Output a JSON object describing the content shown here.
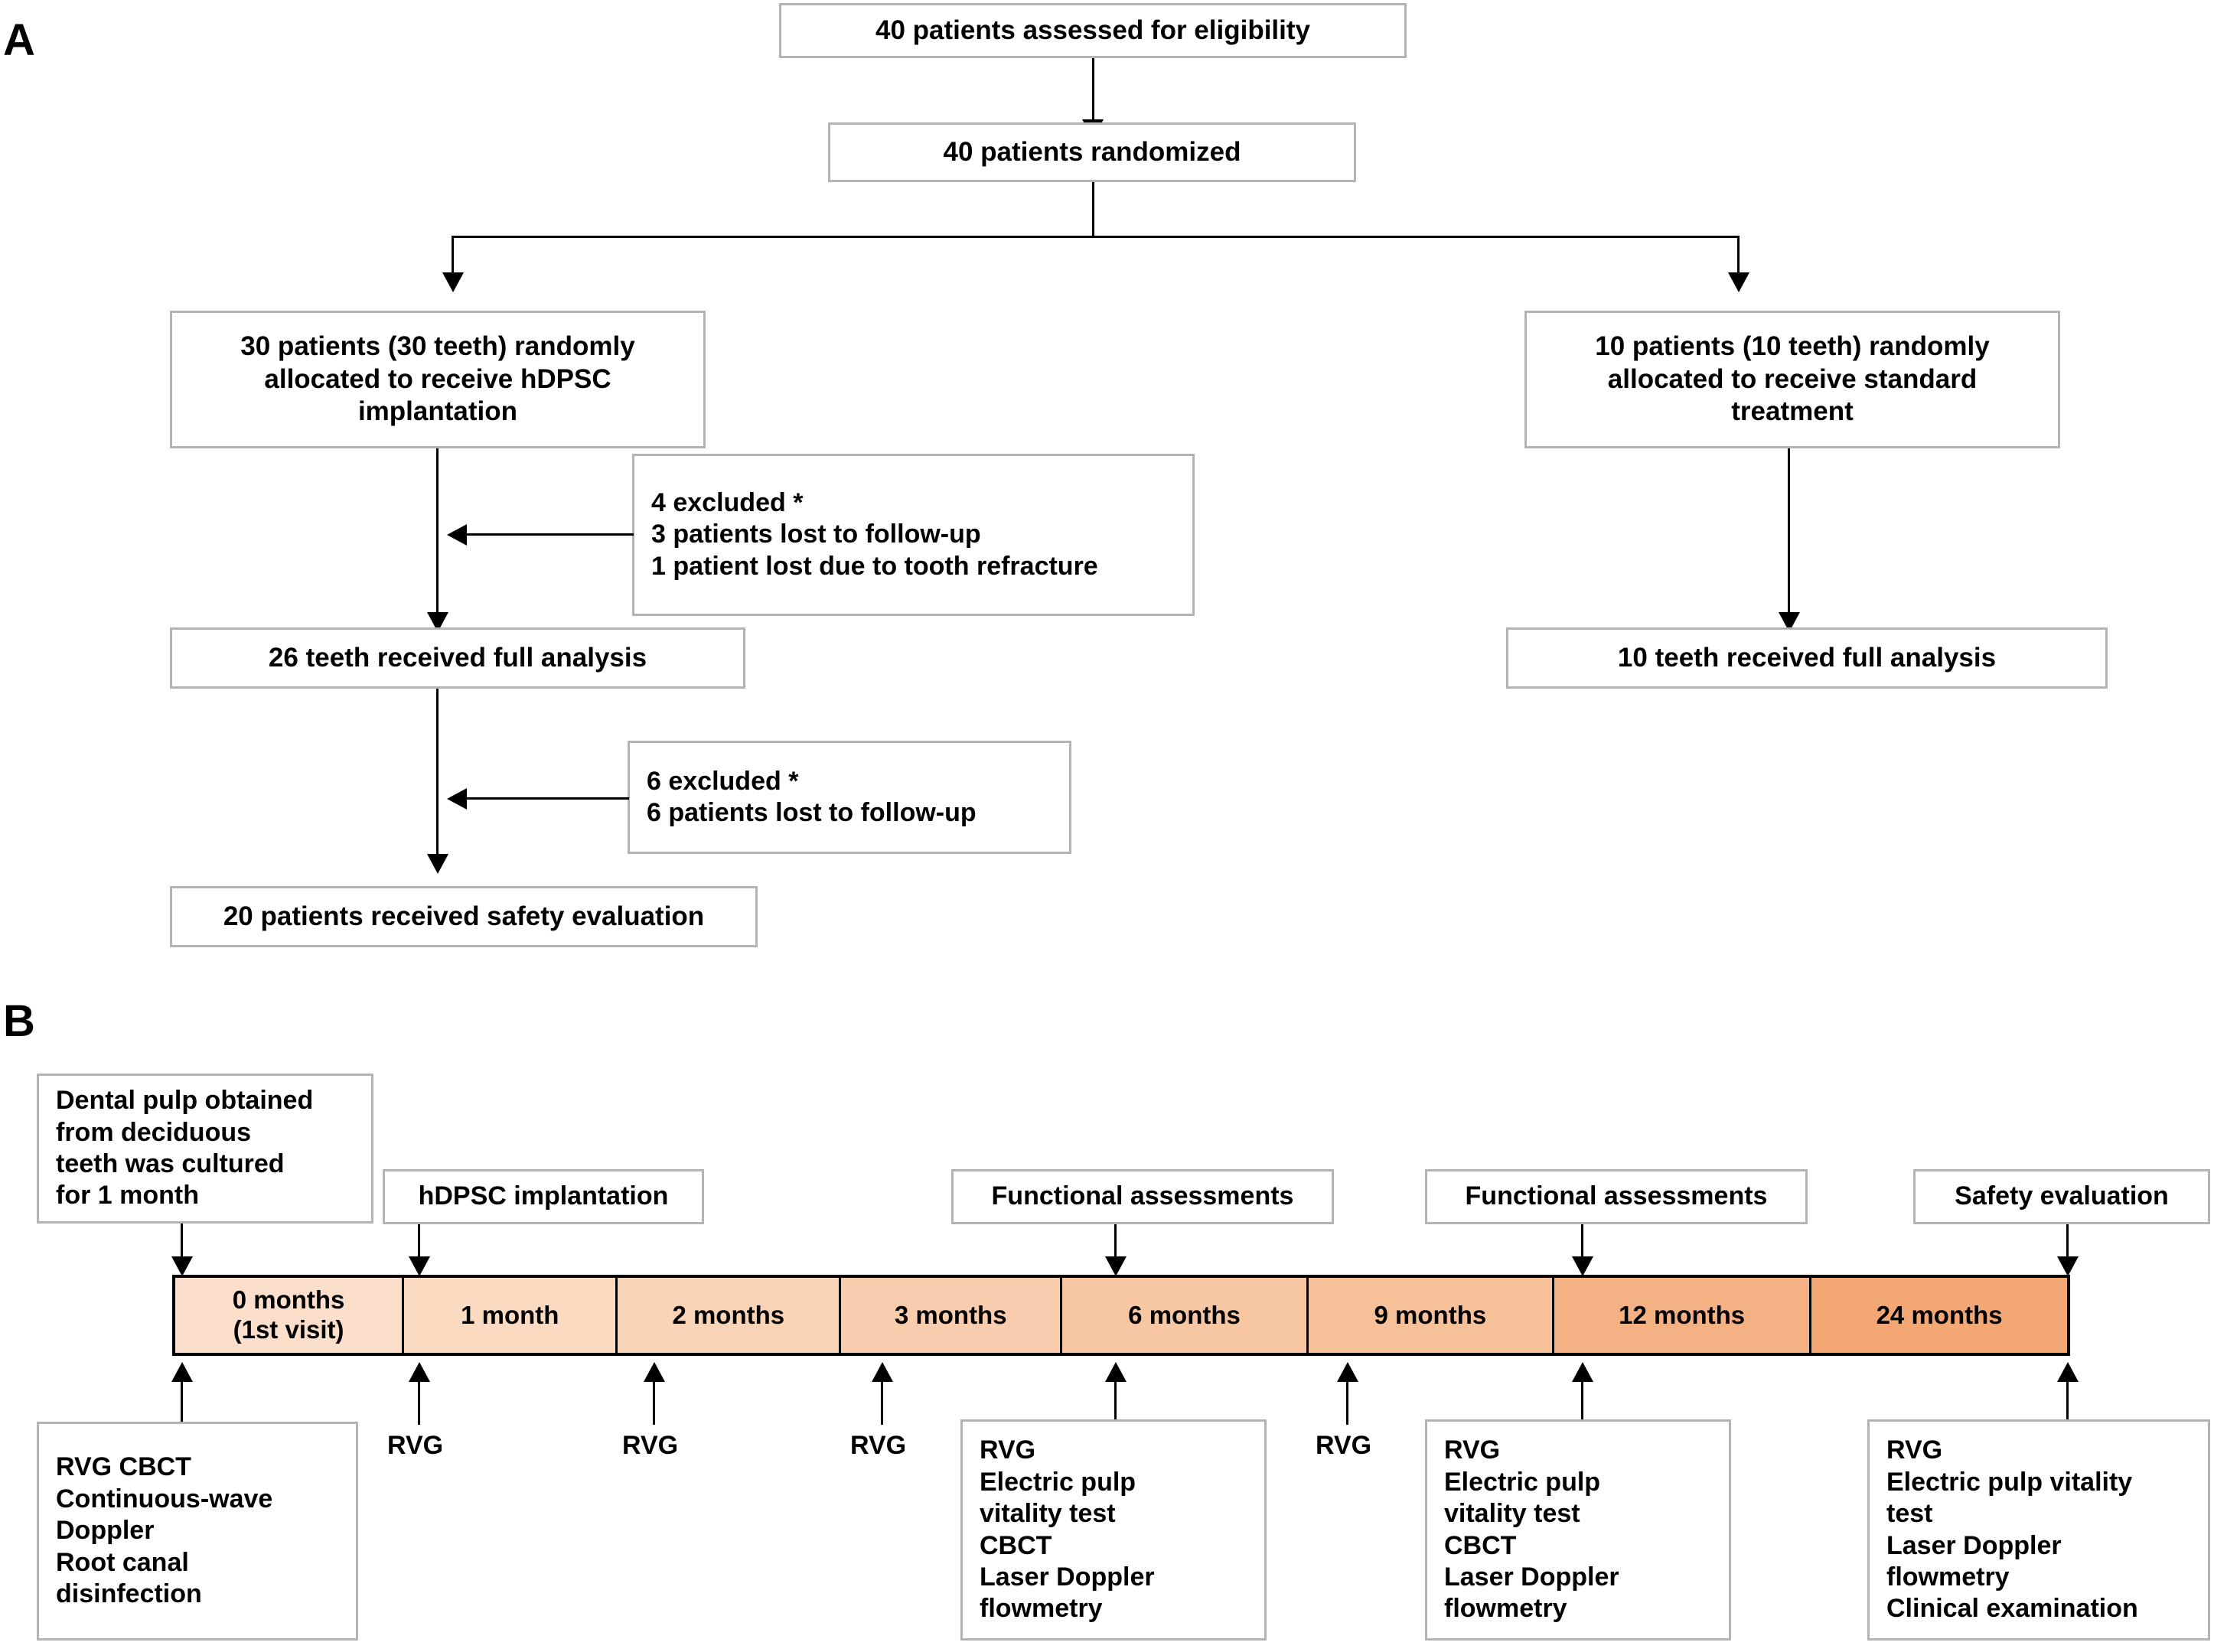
{
  "figure": {
    "panels": [
      {
        "letter": "A"
      },
      {
        "letter": "B"
      }
    ]
  },
  "panelA": {
    "letter": "A",
    "boxes": {
      "eligibility": "40 patients assessed for eligibility",
      "randomized": "40 patients randomized",
      "alloc_hdpsc": "30 patients (30 teeth) randomly\nallocated to receive hDPSC\nimplantation",
      "alloc_standard": "10 patients (10 teeth) randomly\nallocated to receive standard\ntreatment",
      "excluded_4": "4 excluded *\n3 patients lost to follow-up\n1 patient lost due to tooth refracture",
      "analysis_26": "26 teeth received full analysis",
      "analysis_10": "10 teeth received full analysis",
      "excluded_6": "6 excluded *\n6 patients  lost to follow-up",
      "safety_20": "20 patients received  safety evaluation"
    }
  },
  "panelB": {
    "letter": "B",
    "top_boxes": [
      {
        "id": "culture",
        "text": "Dental pulp obtained\nfrom deciduous\nteeth was cultured\nfor 1 month"
      },
      {
        "id": "implantation",
        "text": "hDPSC implantation"
      },
      {
        "id": "functional-3mo",
        "text": "Functional assessments"
      },
      {
        "id": "functional-9mo",
        "text": "Functional assessments"
      },
      {
        "id": "safety-24mo",
        "text": "Safety evaluation"
      }
    ],
    "timeline": {
      "segments": [
        {
          "label": "0 months\n(1st visit)",
          "color": "#fbdfcb"
        },
        {
          "label": "1 month",
          "color": "#fadbc2"
        },
        {
          "label": "2 months",
          "color": "#f9d3b6"
        },
        {
          "label": "3 months",
          "color": "#f8cdad"
        },
        {
          "label": "6 months",
          "color": "#f7c6a2"
        },
        {
          "label": "9 months",
          "color": "#f6c099"
        },
        {
          "label": "12 months",
          "color": "#f4b184"
        },
        {
          "label": "24 months",
          "color": "#f2a775"
        }
      ]
    },
    "bottom_labels": [
      {
        "id": "rvg-1mo",
        "text": "RVG"
      },
      {
        "id": "rvg-2mo",
        "text": "RVG"
      },
      {
        "id": "rvg-3mo",
        "text": "RVG"
      },
      {
        "id": "rvg-9mo",
        "text": "RVG"
      }
    ],
    "bottom_boxes": [
      {
        "id": "visit-0mo",
        "text": "RVG  CBCT\nContinuous-wave\nDoppler\nRoot canal\ndisinfection"
      },
      {
        "id": "visit-6mo",
        "text": "RVG\nElectric pulp\nvitality test\nCBCT\nLaser Doppler\nflowmetry"
      },
      {
        "id": "visit-12mo",
        "text": "RVG\nElectric pulp\nvitality test\nCBCT\nLaser Doppler\nflowmetry"
      },
      {
        "id": "visit-24mo",
        "text": "RVG\nElectric pulp vitality\ntest\nLaser Doppler\nflowmetry\nClinical examination"
      }
    ]
  },
  "colors": {
    "box_border": "#b3b3b3",
    "line": "#000000",
    "timeline_start": "#fbdfcb",
    "timeline_end": "#f2a775",
    "background": "#ffffff"
  }
}
